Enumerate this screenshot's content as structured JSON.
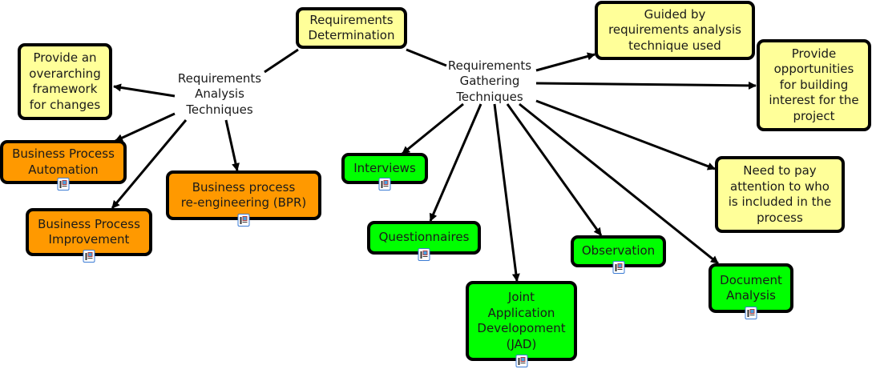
{
  "diagram": {
    "type": "concept-map",
    "colors": {
      "yellow_node": "#ffff99",
      "orange_node": "#ff9900",
      "green_node": "#00ff00",
      "border": "#000000",
      "edge": "#000000",
      "resource_icon_border": "#3b7bd4"
    },
    "nodes": [
      {
        "id": "req-determination",
        "label": "Requirements\nDetermination",
        "style": "yellow",
        "resource_icon": false
      },
      {
        "id": "req-analysis",
        "label": "Requirements\nAnalysis\nTechniques",
        "style": "plain",
        "resource_icon": false
      },
      {
        "id": "req-gathering",
        "label": "Requirements\nGathering\nTechniques",
        "style": "plain",
        "resource_icon": false
      },
      {
        "id": "overarching-framework",
        "label": "Provide an\noverarching\nframework\nfor changes",
        "style": "yellow",
        "resource_icon": false
      },
      {
        "id": "bp-automation",
        "label": "Business Process\nAutomation",
        "style": "orange",
        "resource_icon": true
      },
      {
        "id": "bp-improvement",
        "label": "Business Process\nImprovement",
        "style": "orange",
        "resource_icon": true
      },
      {
        "id": "bpr",
        "label": "Business process\nre-engineering (BPR)",
        "style": "orange",
        "resource_icon": true
      },
      {
        "id": "guided-by",
        "label": "Guided by\nrequirements analysis\ntechnique used",
        "style": "yellow",
        "resource_icon": false
      },
      {
        "id": "opportunities",
        "label": "Provide\nopportunities\nfor building\ninterest for the\nproject",
        "style": "yellow",
        "resource_icon": false
      },
      {
        "id": "pay-attention",
        "label": "Need to pay\nattention to who\nis included in the\nprocess",
        "style": "yellow",
        "resource_icon": false
      },
      {
        "id": "interviews",
        "label": "Interviews",
        "style": "green",
        "resource_icon": true
      },
      {
        "id": "questionnaires",
        "label": "Questionnaires",
        "style": "green",
        "resource_icon": true
      },
      {
        "id": "jad",
        "label": "Joint\nApplication\nDevelopoment\n(JAD)",
        "style": "green",
        "resource_icon": true
      },
      {
        "id": "observation",
        "label": "Observation",
        "style": "green",
        "resource_icon": true
      },
      {
        "id": "document-analysis",
        "label": "Document\nAnalysis",
        "style": "green",
        "resource_icon": true
      }
    ],
    "edges": [
      {
        "from": "req-determination",
        "to": "req-analysis",
        "arrow": false
      },
      {
        "from": "req-determination",
        "to": "req-gathering",
        "arrow": false
      },
      {
        "from": "req-analysis",
        "to": "overarching-framework",
        "arrow": true
      },
      {
        "from": "req-analysis",
        "to": "bp-automation",
        "arrow": true
      },
      {
        "from": "req-analysis",
        "to": "bp-improvement",
        "arrow": true
      },
      {
        "from": "req-analysis",
        "to": "bpr",
        "arrow": true
      },
      {
        "from": "req-gathering",
        "to": "guided-by",
        "arrow": true
      },
      {
        "from": "req-gathering",
        "to": "opportunities",
        "arrow": true
      },
      {
        "from": "req-gathering",
        "to": "pay-attention",
        "arrow": true
      },
      {
        "from": "req-gathering",
        "to": "interviews",
        "arrow": true
      },
      {
        "from": "req-gathering",
        "to": "questionnaires",
        "arrow": true
      },
      {
        "from": "req-gathering",
        "to": "jad",
        "arrow": true
      },
      {
        "from": "req-gathering",
        "to": "observation",
        "arrow": true
      },
      {
        "from": "req-gathering",
        "to": "document-analysis",
        "arrow": true
      }
    ]
  }
}
